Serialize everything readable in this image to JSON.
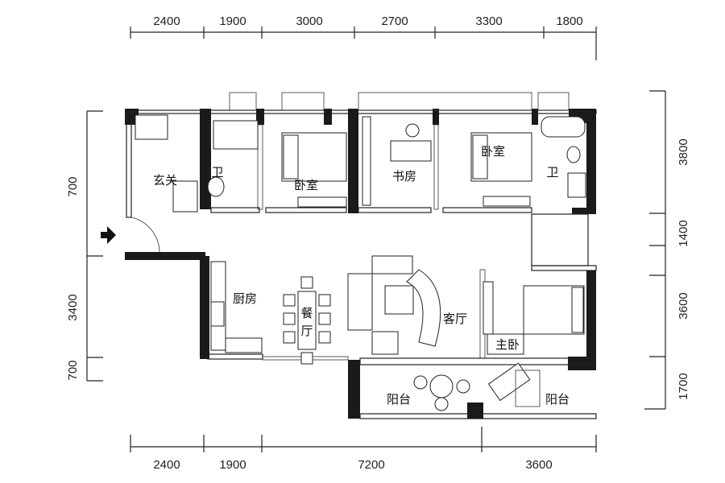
{
  "plan": {
    "dimensions_top": [
      "2400",
      "1900",
      "3000",
      "2700",
      "3300",
      "1800"
    ],
    "dimensions_bottom": [
      "2400",
      "1900",
      "7200",
      "3600"
    ],
    "dimensions_left": [
      "700",
      "3400",
      "700"
    ],
    "dimensions_right": [
      "3800",
      "1400",
      "3600",
      "1700"
    ],
    "rooms": {
      "entry": "玄关",
      "bath1": "卫",
      "bedroom1": "卧室",
      "study": "书房",
      "bedroom2": "卧室",
      "bath2": "卫",
      "kitchen": "厨房",
      "dining_1": "餐",
      "dining_2": "厅",
      "living": "客厅",
      "master": "主卧",
      "balcony1": "阳台",
      "balcony2": "阳台"
    }
  }
}
